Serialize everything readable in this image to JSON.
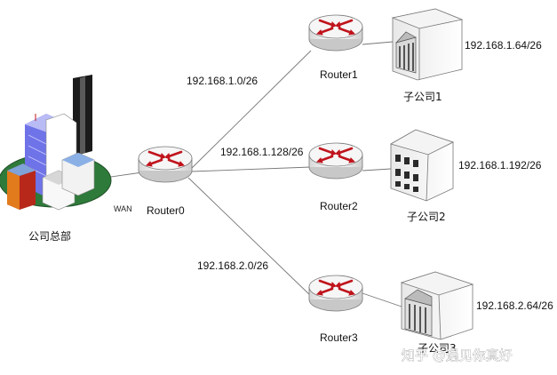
{
  "headquarters": {
    "label": "公司总部",
    "wan_label": "WAN"
  },
  "routers": [
    {
      "name": "Router0"
    },
    {
      "name": "Router1"
    },
    {
      "name": "Router2"
    },
    {
      "name": "Router3"
    }
  ],
  "links": [
    {
      "subnet": "192.168.1.0/26"
    },
    {
      "subnet": "192.168.1.128/26"
    },
    {
      "subnet": "192.168.2.0/26"
    }
  ],
  "branches": [
    {
      "label": "子公司1",
      "subnet": "192.168.1.64/26"
    },
    {
      "label": "子公司2",
      "subnet": "192.168.1.192/26"
    },
    {
      "label": "子公司3",
      "subnet": "192.168.2.64/26"
    }
  ],
  "watermark": "知乎 @遇见你真好",
  "colors": {
    "router_arrow": "#c0141c",
    "router_body": "#f4f4f4",
    "hq_base": "#2e7a3a",
    "tower": "#1b1b1b",
    "glass": "#6f73e8"
  }
}
